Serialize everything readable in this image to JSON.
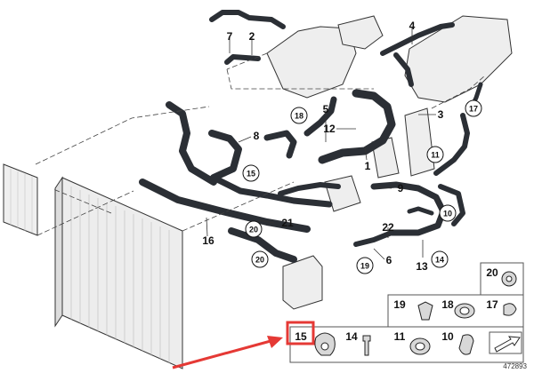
{
  "diagram": {
    "callouts": [
      "7",
      "2",
      "4",
      "5",
      "12",
      "1",
      "3",
      "8",
      "9",
      "21",
      "16",
      "22",
      "6",
      "13"
    ],
    "circled_callouts": [
      "18",
      "17",
      "11",
      "15",
      "10",
      "20",
      "20",
      "19",
      "14"
    ],
    "legend_cells": [
      "20",
      "19",
      "18",
      "17",
      "15",
      "14",
      "11",
      "10"
    ],
    "document_id": "472893"
  },
  "colors": {
    "line": "#1a1a1a",
    "hose": "#2b2f35",
    "part_fill": "#e9e9e9",
    "highlight": "#e53935",
    "arrow": "#e53935"
  }
}
